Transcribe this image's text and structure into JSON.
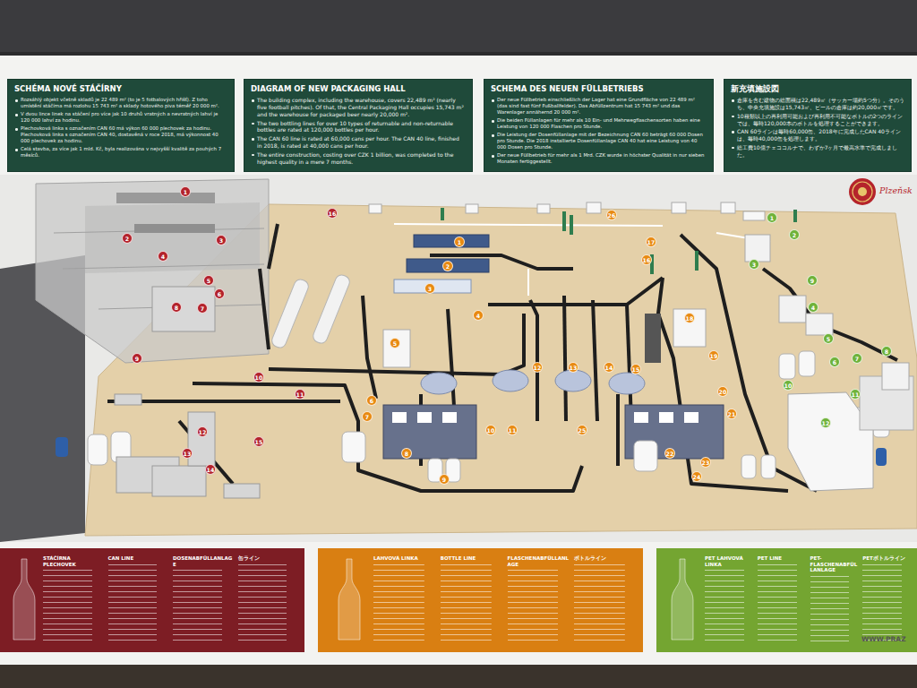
{
  "diagram": {
    "nodes": [
      {
        "text": [
          "SCHÉMA NOVÉ STÁČÍRNY",
          "Rozsáhlý objekt včetně skladů je 22 489 m² (to je 5 fotbalových hřišť). Z toho umístění stáčírna má rozlohu 15 743 m² a sklady hotového piva téměř 20 000 m².",
          "V dvou lince linek na stáčení pro více jak 10 druhů vratných a nevratných lahví je 120 000 lahví za hodinu.",
          "Plechovková linka s označením CAN 60 má výkon 60 000 plechovek za hodinu. Plechovková linka s označením CAN 40, dostavěná v roce 2018, má výkonnost 40 000 plechovek za hodinu.",
          "Celá stavba, za více jak 1 mld. Kč, byla realizována v nejvyšší kvalitě za pouhých 7 měsíců."
        ]
      },
      {
        "text": [
          "DIAGRAM OF NEW PACKAGING HALL",
          "The building complex, including the warehouse, covers 22,489 m² (nearly five football pitches). Of that, the Central Packaging Hall occupies 15,743 m² and the warehouse for packaged beer nearly 20,000 m².",
          "The two bottling lines for over 10 types of returnable and non-returnable bottles are rated at 120,000 bottles per hour.",
          "The CAN 60 line is rated at 60,000 cans per hour. The CAN 40 line, finished in 2018, is rated at 40,000 cans per hour.",
          "The entire construction, costing over CZK 1 billion, was completed to the highest quality in a mere 7 months."
        ]
      },
      {
        "text": [
          "SCHEMA DES NEUEN FÜLLBETRIEBS",
          "Der neue Füllbetrieb einschließlich der Lager hat eine Grundfläche von 22 489 m² (das sind fast fünf Fußballfelder). Das Abfüllzentrum hat 15 743 m² und das Warenlager annähernd 20 000 m².",
          "Die beiden Füllanlagen für mehr als 10 Ein- und Mehrwegflaschensorten haben eine Leistung von 120 000 Flaschen pro Stunde.",
          "Die Leistung der Dosenfüllanlage mit der Bezeichnung CAN 60 beträgt 60 000 Dosen pro Stunde. Die 2018 installierte Dosenfüllanlage CAN 40 hat eine Leistung von 40 000 Dosen pro Stunde.",
          "Der neue Füllbetrieb für mehr als 1 Mrd. CZK wurde in höchster Qualität in nur sieben Monaten fertiggestellt."
        ]
      },
      {
        "text": [
          "新充填施設図",
          "倉庫を含む建物の総面積は22,489㎡（サッカー場約5つ分）。そのうち、中央充填施設は15,743㎡、ビールの倉庫は約20,000㎡です。",
          "10種類以上の再利用可能および再利用不可能なボトルの2つのラインでは、毎時120,000本のボトルを処理することができます。",
          "CAN 60ラインは毎時60,000缶、2018年に完成したCAN 40ラインは、毎時40,000缶を処理します。",
          "総工費10億チェココルナで、わずか7ヶ月で最高水準で完成しました。"
        ]
      },
      {
        "text": [
          "STÁČÍRNA PLECHOVEK",
          "CAN LINE",
          "DOSENABFÜLLANLAGE",
          "缶ライン"
        ]
      },
      {
        "text": [
          "LAHVOVÁ LINKA",
          "BOTTLE LINE",
          "FLASCHENABFÜLLANLAGE",
          "ボトルライン"
        ]
      },
      {
        "text": [
          "PET LAHVOVÁ LINKA",
          "PET LINE",
          "PET-FLASCHENABFÜLLANLAGE",
          "PETボトルライン"
        ]
      }
    ],
    "labels": [
      "1",
      "2",
      "3",
      "4",
      "5",
      "6",
      "7",
      "8",
      "9",
      "10",
      "11",
      "12",
      "13",
      "14",
      "15",
      "16",
      "1",
      "2",
      "3",
      "4",
      "5",
      "6",
      "7",
      "8",
      "9",
      "10",
      "11",
      "12",
      "13",
      "14",
      "15",
      "16",
      "17",
      "18",
      "19",
      "20",
      "21",
      "22",
      "23",
      "24",
      "25",
      "26",
      "1",
      "2",
      "3",
      "4",
      "5",
      "6",
      "7",
      "8",
      "9",
      "10",
      "11",
      "12",
      "Plzeňsk",
      "WWW.PRAZ"
    ]
  }
}
